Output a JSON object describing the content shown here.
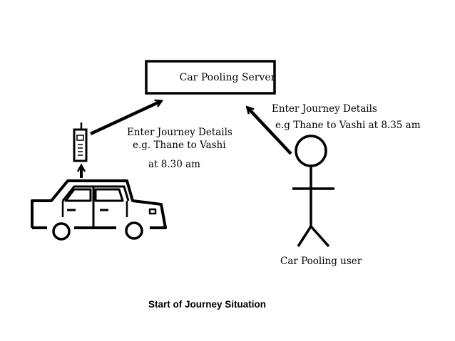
{
  "server": {
    "label": "Car Pooling Server"
  },
  "car_request": {
    "line1": "Enter Journey Details",
    "line2": "e.g. Thane to Vashi",
    "line3": "at 8.30 am"
  },
  "user_request": {
    "line1": "Enter Journey Details",
    "line2": "e.g Thane to Vashi at  8.35 am"
  },
  "user": {
    "label": "Car Pooling user"
  },
  "caption": "Start of Journey Situation"
}
